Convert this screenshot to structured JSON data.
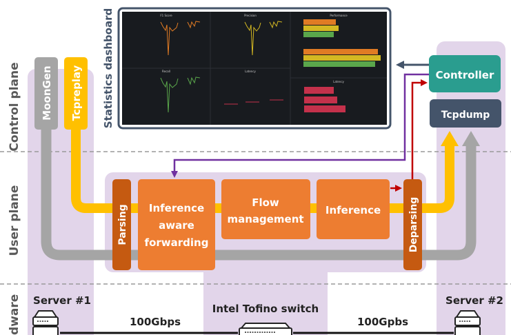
{
  "planes": {
    "control": "Control plane",
    "user": "User plane",
    "hardware": "dware"
  },
  "tools": {
    "moongen": "MoonGen",
    "tcpreplay": "Tcpreplay",
    "controller": "Controller",
    "tcpdump": "Tcpdump"
  },
  "pipeline": {
    "parsing": "Parsing",
    "iaf": [
      "Inference",
      "aware",
      "forwarding"
    ],
    "flow": [
      "Flow",
      "management"
    ],
    "inference": "Inference",
    "deparsing": "Deparsing"
  },
  "dashboard": {
    "title": "Statistics dashboard",
    "panels": [
      "F1 Score",
      "Precision",
      "Recall",
      "Latency",
      "Performance",
      "Latency"
    ]
  },
  "hardware": {
    "server1": "Server #1",
    "server2": "Server #2",
    "switch": "Intel Tofino switch",
    "link1": "100Gbps",
    "link2": "100Gpbs"
  },
  "colors": {
    "orange": "#ed7d31",
    "dark_orange": "#c55a11",
    "yellow": "#ffc000",
    "grey": "#a5a5a5",
    "teal": "#2a9d8f",
    "slate": "#44546a",
    "purple": "#7030a0",
    "red": "#c00000",
    "lavender": "#e2d5ea"
  }
}
